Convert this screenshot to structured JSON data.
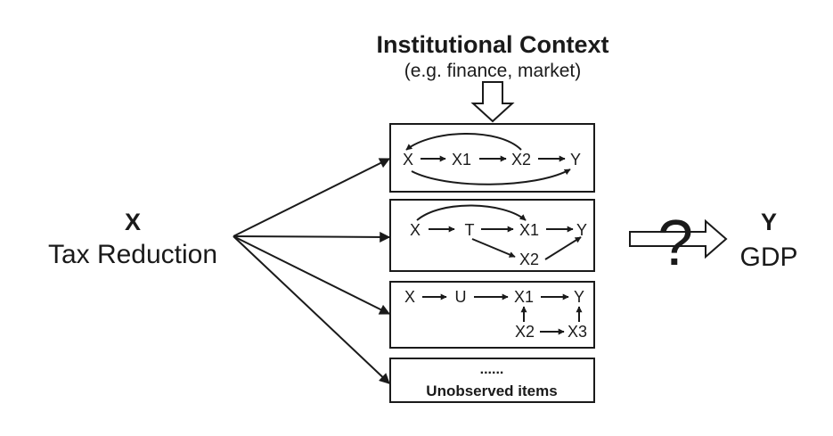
{
  "context": {
    "title": "Institutional Context",
    "subtitle": "(e.g. finance, market)"
  },
  "cause": {
    "var": "X",
    "label": "Tax Reduction"
  },
  "effect": {
    "var": "Y",
    "label": "GDP"
  },
  "question_mark": "?",
  "mechanisms": [
    {
      "nodes": {
        "x": "X",
        "x1": "X1",
        "x2": "X2",
        "y": "Y"
      }
    },
    {
      "nodes": {
        "x": "X",
        "t": "T",
        "x1": "X1",
        "x2": "X2",
        "y": "Y"
      }
    },
    {
      "nodes": {
        "x": "X",
        "u": "U",
        "x1": "X1",
        "y": "Y",
        "x2": "X2",
        "x3": "X3"
      }
    },
    {
      "ellipsis": "......",
      "label": "Unobserved items"
    }
  ]
}
